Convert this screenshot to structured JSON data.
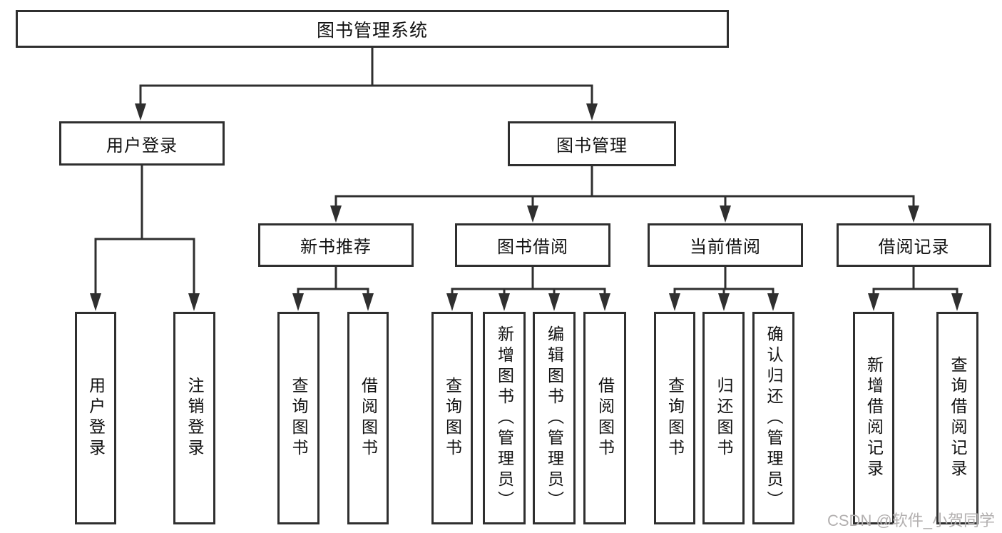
{
  "diagram": {
    "title": "图书管理系统",
    "nodes": {
      "user_login": "用户登录",
      "book_management": "图书管理",
      "new_book_recommend": "新书推荐",
      "book_borrowing": "图书借阅",
      "current_borrowing": "当前借阅",
      "borrowing_records": "借阅记录",
      "leaf_user_login": "用户登录",
      "leaf_logout": "注销登录",
      "leaf_nb_query_books": "查询图书",
      "leaf_nb_borrow_books": "借阅图书",
      "leaf_bb_query_books": "查询图书",
      "leaf_bb_add_books": "新增图书（管理员）",
      "leaf_bb_edit_books": "编辑图书（管理员）",
      "leaf_bb_borrow_books": "借阅图书",
      "leaf_cb_query_books": "查询图书",
      "leaf_cb_return_books": "归还图书",
      "leaf_cb_confirm_return": "确认归还（管理员）",
      "leaf_br_add_record": "新增借阅记录",
      "leaf_br_query_record": "查询借阅记录"
    },
    "watermark": "CSDN @软件_小贺同学",
    "colors": {
      "line": "#2f2f2f",
      "text": "#111111",
      "watermark": "#b3b0b0",
      "background": "#ffffff"
    }
  }
}
